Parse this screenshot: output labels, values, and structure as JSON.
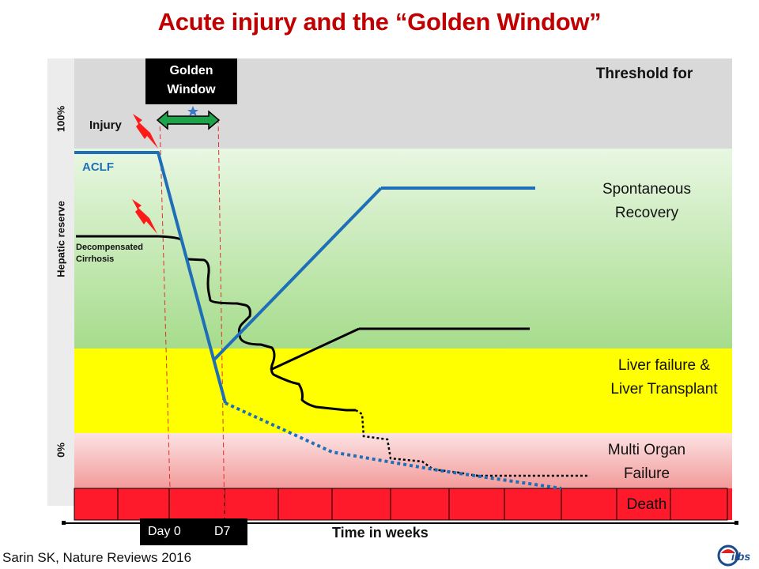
{
  "title": "Acute injury and the “Golden Window”",
  "y_axis": {
    "label": "Hepatic reserve",
    "top_tick": "100%",
    "bottom_tick": "0%"
  },
  "x_axis": {
    "label": "Time in weeks",
    "day0": "Day 0",
    "day7": "D7"
  },
  "golden_window": {
    "line1": "Golden",
    "line2": "Window"
  },
  "labels": {
    "injury": "Injury",
    "aclf": "ACLF",
    "decomp_line1": "Decompensated",
    "decomp_line2": "Cirrhosis"
  },
  "zones": {
    "threshold": "Threshold  for",
    "spont_line1": "Spontaneous",
    "spont_line2": "Recovery",
    "liver_line1": "Liver failure &",
    "liver_line2": "Liver Transplant",
    "mof_line1": "Multi Organ",
    "mof_line2": "Failure",
    "death": "Death"
  },
  "citation": "Sarin SK, Nature Reviews  2016",
  "logo": "ilbs",
  "colors": {
    "title": "#c00000",
    "threshold_zone": "#d9d9d9",
    "recovery_zone_top": "#e8f7e2",
    "recovery_zone_bottom": "#a6dc8c",
    "liver_zone": "#ffff00",
    "mof_zone_top": "#fbe3e3",
    "mof_zone_bottom": "#f39a9a",
    "death_zone": "#ff1a2b",
    "aclf_line": "#1f6fb8",
    "cirrhosis_line": "#000000",
    "golden_arrow": "#1fa34a",
    "injury_bolt": "#ff1a1a"
  }
}
